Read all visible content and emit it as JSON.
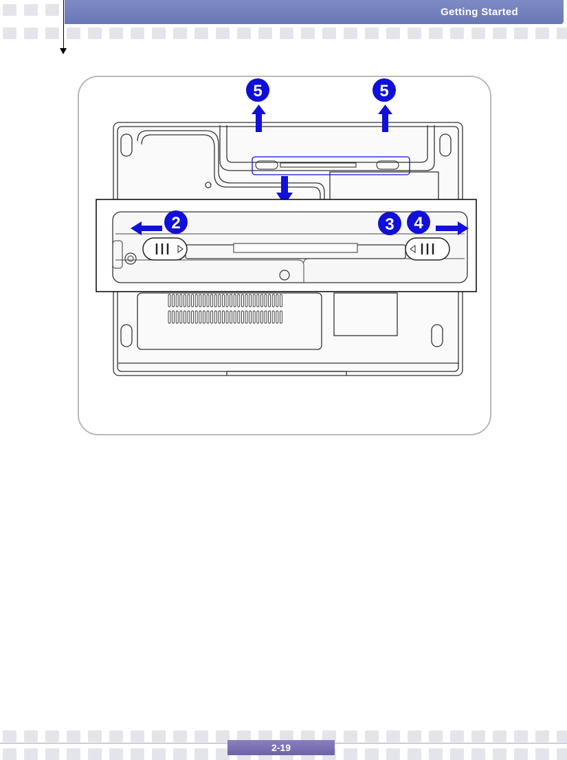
{
  "header": {
    "section_title": "Getting  Started"
  },
  "figure": {
    "callouts": {
      "top_left": "5",
      "top_right": "5",
      "release_left": "2",
      "lock_right_a": "3",
      "lock_right_b": "4"
    },
    "colors": {
      "accent": "#1010d8",
      "frame": "#b9b9b9",
      "header": "#6f7cb9"
    }
  },
  "footer": {
    "page_number": "2-19"
  }
}
